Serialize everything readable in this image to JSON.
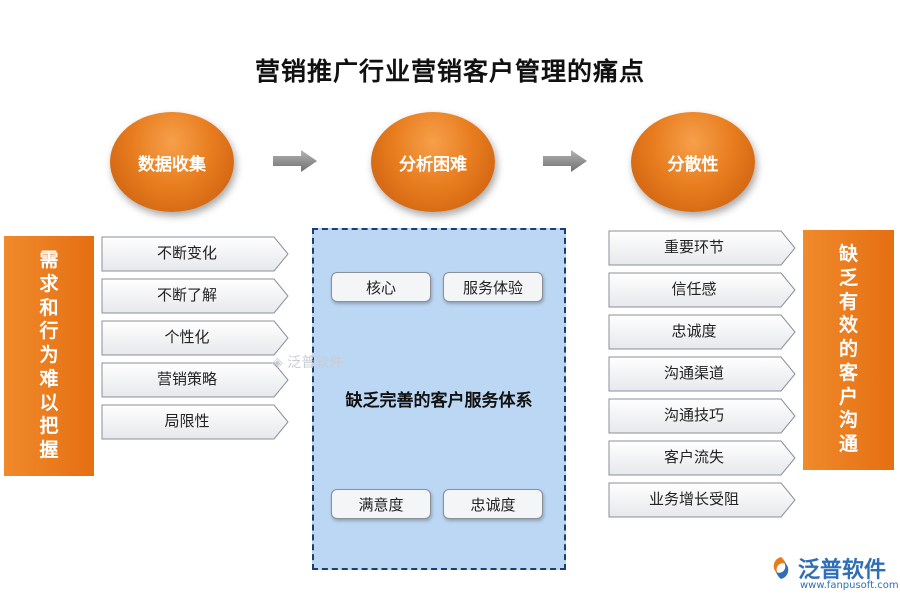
{
  "title": "营销推广行业营销客户管理的痛点",
  "stages": [
    "数据收集",
    "分析困难",
    "分散性"
  ],
  "left_side": "需求和行为难以把握",
  "left_items": [
    "不断变化",
    "不断了解",
    "个性化",
    "营销策略",
    "局限性"
  ],
  "center": {
    "top_pills": [
      "核心",
      "服务体验"
    ],
    "main_text": "缺乏完善的客户服务体系",
    "bottom_pills": [
      "满意度",
      "忠诚度"
    ]
  },
  "right_items": [
    "重要环节",
    "信任感",
    "忠诚度",
    "沟通渠道",
    "沟通技巧",
    "客户流失",
    "业务增长受阻"
  ],
  "right_side": "缺乏有效的客户沟通",
  "watermark": {
    "center": "泛普软件",
    "brand": "泛普软件",
    "url": "www.fanpusoft.com"
  },
  "colors": {
    "orange": "#e87d1f",
    "center_bg": "#bcd7f3",
    "center_border": "#1f3c73",
    "arrow": "#8c8c8c"
  }
}
